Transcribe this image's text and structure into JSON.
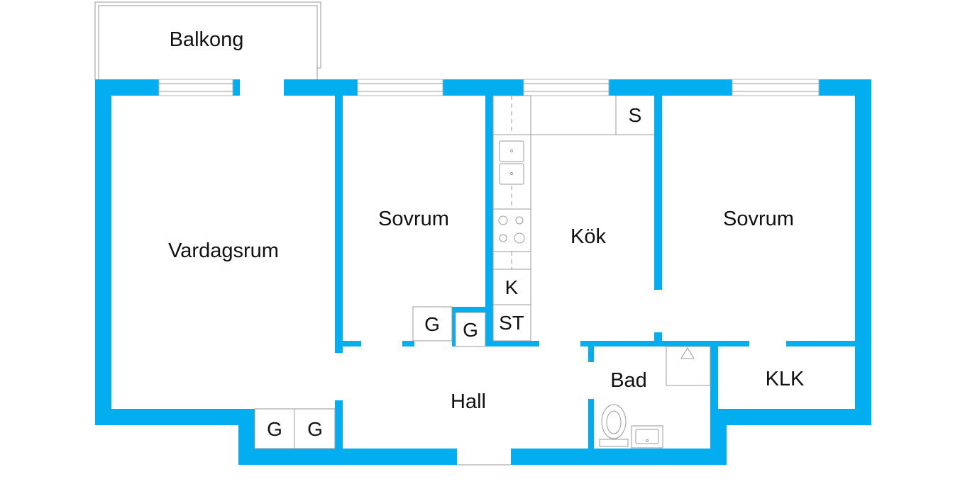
{
  "rooms": {
    "balkong": "Balkong",
    "vardagsrum": "Vardagsrum",
    "sovrum_1": "Sovrum",
    "kok": "Kök",
    "sovrum_2": "Sovrum",
    "hall": "Hall",
    "bad": "Bad",
    "klk": "KLK"
  },
  "fixtures": {
    "s": "S",
    "k": "K",
    "st": "ST",
    "g_sovrum_left": "G",
    "g_sovrum_right": "G",
    "g_vardagsrum_left": "G",
    "g_vardagsrum_right": "G"
  },
  "colors": {
    "wall": "#02aeef",
    "fixture_line": "#9a9a9a"
  }
}
